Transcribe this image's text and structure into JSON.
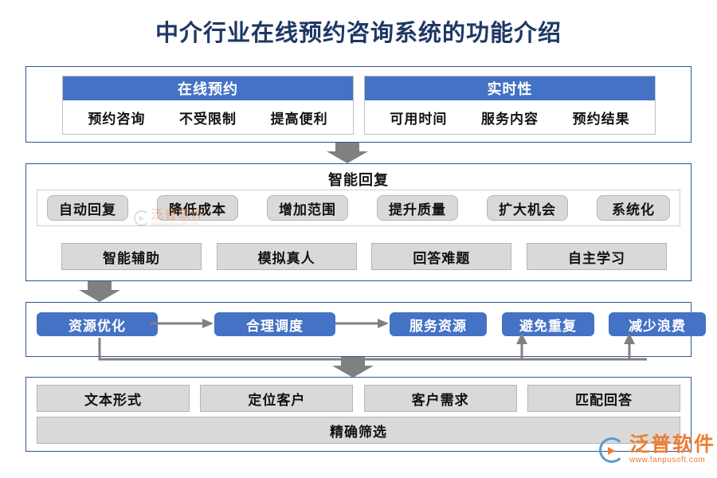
{
  "title": "中介行业在线预约咨询系统的功能介绍",
  "colors": {
    "title": "#1f3864",
    "accent_blue": "#4472c4",
    "panel_border": "#2f5597",
    "box_gray": "#d9d9d9",
    "arrow_gray": "#808080",
    "watermark_orange": "#ed7d31"
  },
  "sections": {
    "booking": {
      "cards": [
        {
          "header": "在线预约",
          "items": [
            "预约咨询",
            "不受限制",
            "提高便利"
          ]
        },
        {
          "header": "实时性",
          "items": [
            "可用时间",
            "服务内容",
            "预约结果"
          ]
        }
      ]
    },
    "smart_reply": {
      "title": "智能回复",
      "pills": [
        "自动回复",
        "降低成本",
        "增加范围",
        "提升质量",
        "扩大机会",
        "系统化"
      ],
      "blocks": [
        "智能辅助",
        "模拟真人",
        "回答难题",
        "自主学习"
      ]
    },
    "resource": {
      "boxes": [
        "资源优化",
        "合理调度",
        "服务资源",
        "避免重复",
        "减少浪费"
      ]
    },
    "filter": {
      "items": [
        "文本形式",
        "定位客户",
        "客户需求",
        "匹配回答"
      ],
      "wide": "精确筛选"
    }
  },
  "watermark": {
    "name": "泛普软件",
    "url": "www.fanpusoft.com"
  }
}
